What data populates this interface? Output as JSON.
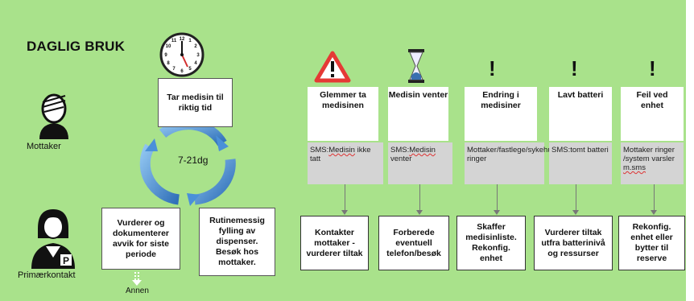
{
  "title": "DAGLIG BRUK",
  "roles": {
    "receiver": "Mottaker",
    "primary": "Primærkontakt"
  },
  "cycle": {
    "center": "7-21dg",
    "top": "Tar medisin til riktig tid",
    "left": "Vurderer og dokumenterer avvik for siste periode",
    "right": "Rutinemessig fylling av dispenser. Besøk hos mottaker.",
    "below": "Annen"
  },
  "columns": [
    {
      "icon": "warning-icon",
      "title": "Glemmer ta medisinen",
      "sms_a": "SMS:",
      "sms_b": "Medisin",
      "sms_c": " ikke tatt",
      "action": "Kontakter mottaker - vurderer tiltak"
    },
    {
      "icon": "hourglass-icon",
      "title": "Medisin venter",
      "sms_a": "SMS:",
      "sms_b": "Medisin",
      "sms_c": " venter",
      "action": "Forberede eventuell telefon/besøk"
    },
    {
      "icon": "exclamation-icon",
      "title": "Endring i medisiner",
      "sms_a": "Mottaker/fastlege/sykehus ringer",
      "sms_b": "",
      "sms_c": "",
      "action": "Skaffer medisinliste. Rekonfig. enhet"
    },
    {
      "icon": "exclamation-icon",
      "title": "Lavt batteri",
      "sms_a": "SMS:",
      "sms_b": "tomt batteri",
      "sms_c": "",
      "action": "Vurderer tiltak utfra batterinivå og ressurser"
    },
    {
      "icon": "exclamation-icon",
      "title": "Feil ved enhet",
      "sms_a": "Mottaker ringer /system varsler ",
      "sms_b": "m.sms",
      "sms_c": "",
      "action": "Rekonfig. enhet eller bytter til reserve"
    }
  ],
  "colors": {
    "background": "#a9e28b",
    "cycle": "#4a90d9",
    "sms_box": "#d4d4d4",
    "warning": "#e53935"
  }
}
